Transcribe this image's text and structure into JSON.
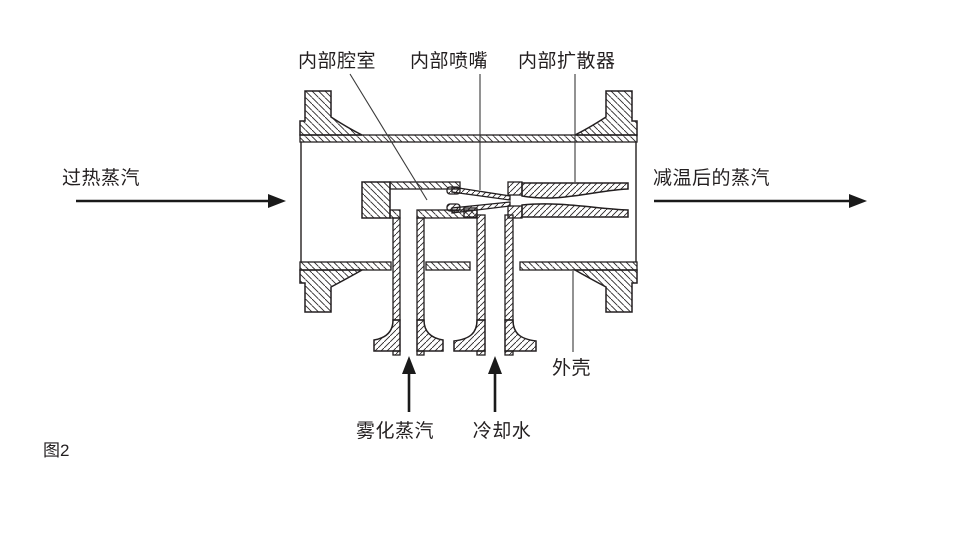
{
  "figure": {
    "caption": "图2",
    "labels": {
      "internal_chamber": "内部腔室",
      "internal_nozzle": "内部喷嘴",
      "internal_diffuser": "内部扩散器",
      "superheated_steam": "过热蒸汽",
      "desuperheated_steam": "减温后的蒸汽",
      "shell": "外壳",
      "atomizing_steam": "雾化蒸汽",
      "cooling_water": "冷却水"
    },
    "colors": {
      "line": "#231f20",
      "background": "#ffffff"
    }
  }
}
